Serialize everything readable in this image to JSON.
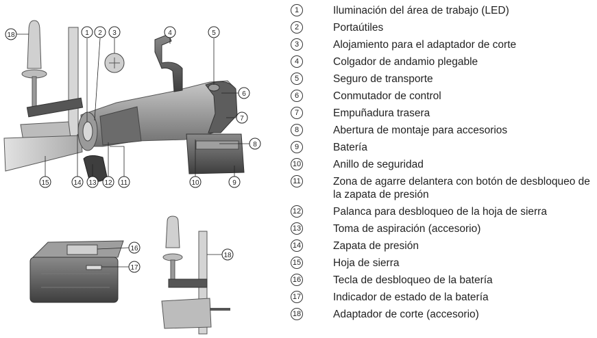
{
  "callouts": [
    "1",
    "2",
    "3",
    "4",
    "5",
    "6",
    "7",
    "8",
    "9",
    "10",
    "11",
    "12",
    "13",
    "14",
    "15",
    "16",
    "17",
    "18"
  ],
  "legend": [
    {
      "number": "1",
      "text": "Iluminación del área de trabajo (LED)"
    },
    {
      "number": "2",
      "text": "Portaútiles"
    },
    {
      "number": "3",
      "text": "Alojamiento para el adaptador de corte"
    },
    {
      "number": "4",
      "text": "Colgador de andamio plegable"
    },
    {
      "number": "5",
      "text": "Seguro de transporte"
    },
    {
      "number": "6",
      "text": "Conmutador de control"
    },
    {
      "number": "7",
      "text": "Empuñadura trasera"
    },
    {
      "number": "8",
      "text": "Abertura de montaje para accesorios"
    },
    {
      "number": "9",
      "text": "Batería"
    },
    {
      "number": "10",
      "text": "Anillo de seguridad"
    },
    {
      "number": "11",
      "text": "Zona de agarre delantera con botón de des­bloqueo de la zapata de presión"
    },
    {
      "number": "12",
      "text": "Palanca para desbloqueo de la hoja de sierra"
    },
    {
      "number": "13",
      "text": "Toma de aspiración (accesorio)"
    },
    {
      "number": "14",
      "text": "Zapata de presión"
    },
    {
      "number": "15",
      "text": "Hoja de sierra"
    },
    {
      "number": "16",
      "text": "Tecla de desbloqueo de la batería"
    },
    {
      "number": "17",
      "text": "Indicador de estado de la batería"
    },
    {
      "number": "18",
      "text": "Adaptador de corte (accesorio)"
    }
  ]
}
